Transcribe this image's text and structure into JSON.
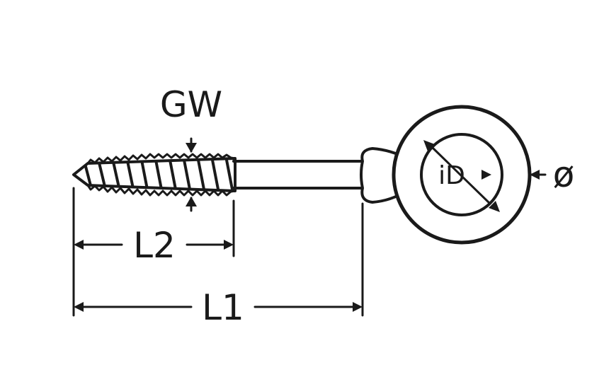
{
  "labels": {
    "gw": "GW",
    "l1": "L1",
    "l2": "L2",
    "id": "iD",
    "diameter": "ø"
  },
  "colors": {
    "line": "#1a1a1a",
    "fill": "#ffffff"
  }
}
